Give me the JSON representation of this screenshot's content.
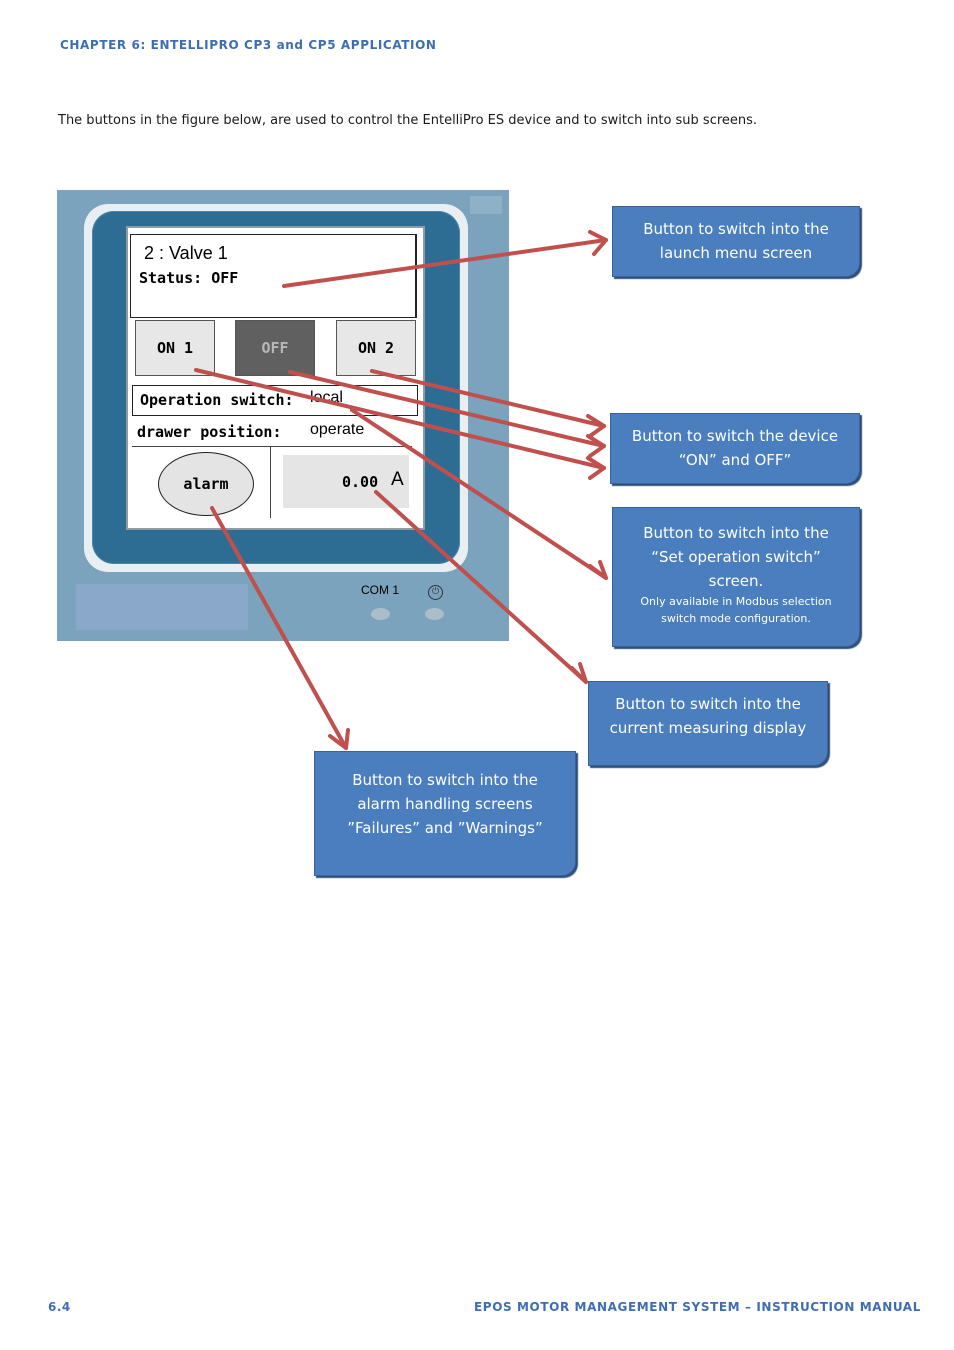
{
  "header": {
    "chapter": "CHAPTER 6: ENTELLIPRO CP3 and CP5 APPLICATION"
  },
  "intro": "The buttons in the figure below, are used to  control the EntelliPro ES device and to switch into sub screens.",
  "device": {
    "title": "2 :  Valve  1",
    "status": "Status: OFF",
    "buttons": [
      "ON 1",
      "OFF",
      "ON 2"
    ],
    "operation_label": "Operation switch:",
    "operation_value": "local",
    "drawer_label": "drawer position:",
    "drawer_value": "operate",
    "alarm_label": "alarm",
    "current_value": "0.00",
    "current_unit": "A",
    "com_label": "COM 1",
    "power_symbol": "⏻"
  },
  "callouts": {
    "launch": [
      "Button to switch into the",
      "launch menu screen"
    ],
    "onoff": [
      "Button to switch the device",
      "“ON” and OFF”"
    ],
    "operation": [
      "Button to switch into the",
      "“Set operation switch”",
      "screen."
    ],
    "operation_note": [
      "Only available in Modbus selection",
      "switch mode configuration."
    ],
    "current": [
      "Button to switch into the",
      "current measuring display"
    ],
    "alarm": [
      "Button to switch into the",
      "alarm handling screens",
      "”Failures” and ”Warnings”"
    ]
  },
  "footer": {
    "page": "6.4",
    "manual": "EPOS MOTOR MANAGEMENT SYSTEM – INSTRUCTION MANUAL"
  },
  "colors": {
    "heading": "#3d6eb4",
    "callout": "#4a7ebf",
    "arrow": "#c0504d",
    "device_bg": "#7ba3bd"
  }
}
